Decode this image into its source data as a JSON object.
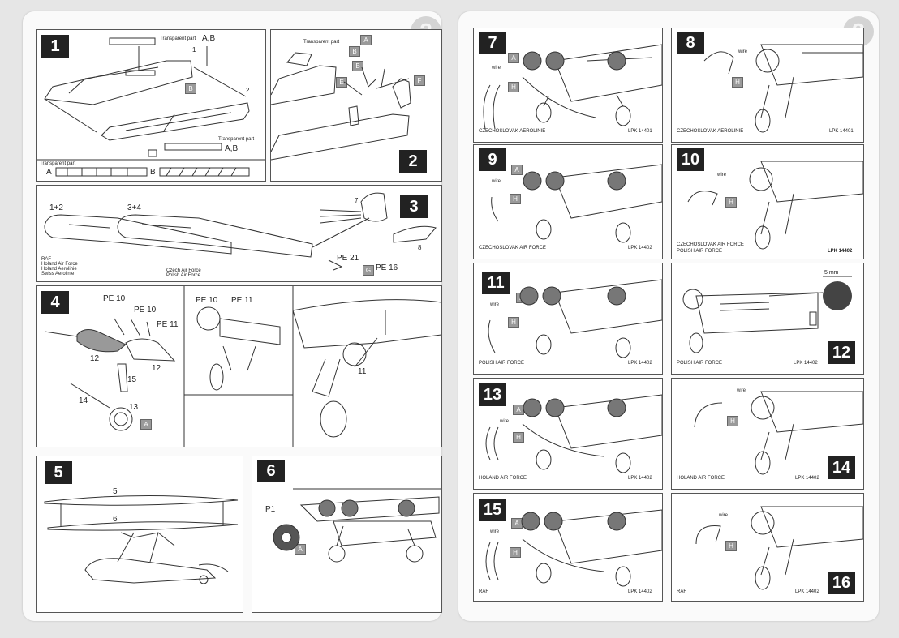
{
  "page_numbers": {
    "left": "2",
    "right": "3"
  },
  "steps": {
    "s1": {
      "num": "1",
      "transparent_top": "Transparent part",
      "ab_top": "A,B",
      "n1": "1",
      "n2": "2",
      "tag": "B",
      "transparent_bottom": "Transparent part",
      "ab_bottom": "A,B",
      "strip_title": "Transparent part",
      "a": "A",
      "b": "B"
    },
    "s2": {
      "num": "2",
      "transparent": "Transparent part",
      "tags": [
        "A",
        "B",
        "B",
        "E",
        "F"
      ]
    },
    "s3": {
      "num": "3",
      "l12": "1+2",
      "l34": "3+4",
      "n7": "7",
      "n8": "8",
      "pe21": "PE 21",
      "pe16": "PE 16",
      "tag": "G",
      "left_notes": [
        "RAF",
        "Holand Air Force",
        "Holand Aerolinie",
        "Swiss Aerolinie"
      ],
      "mid_notes": [
        "Czech Air Force",
        "Polish Air Force"
      ]
    },
    "s4": {
      "num": "4",
      "pe10a": "PE 10",
      "pe10b": "PE 10",
      "pe11a": "PE 11",
      "n12a": "12",
      "n12b": "12",
      "n15": "15",
      "n14": "14",
      "n13": "13",
      "tag": "A",
      "pe10c": "PE 10",
      "pe11b": "PE 11",
      "n11": "11"
    },
    "s5": {
      "num": "5",
      "n5": "5",
      "n6": "6"
    },
    "s6": {
      "num": "6",
      "p1": "P1",
      "tag": "A"
    },
    "s7": {
      "num": "7",
      "wire": "wire",
      "tag_a": "A",
      "tag_h": "H",
      "caption": "CZECHOSLOVAK AEROLINIE",
      "code": "LPK 14401"
    },
    "s8": {
      "num": "8",
      "wire": "wire",
      "tag_h": "H",
      "caption": "CZECHOSLOVAK AEROLINIE",
      "code": "LPK 14401"
    },
    "s9": {
      "num": "9",
      "wire": "wire",
      "tag_a": "A",
      "tag_h": "H",
      "caption": "CZECHOSLOVAK AIR FORCE",
      "code": "LPK 14402"
    },
    "s10": {
      "num": "10",
      "wire": "wire",
      "tag_h": "H",
      "caption": "CZECHOSLOVAK AIR FORCE",
      "caption2": "POLISH AIR FORCE",
      "code": "LPK 14402"
    },
    "s11": {
      "num": "11",
      "wire": "wire",
      "tag_a": "A",
      "tag_h": "H",
      "caption": "POLISH AIR FORCE",
      "code": "LPK 14402"
    },
    "s12": {
      "num": "12",
      "mm": "5 mm",
      "caption": "POLISH AIR FORCE",
      "code": "LPK 14402"
    },
    "s13": {
      "num": "13",
      "wire": "wire",
      "tag_a": "A",
      "tag_h": "H",
      "caption": "HOLAND AIR FORCE",
      "code": "LPK 14402"
    },
    "s14": {
      "num": "14",
      "wire": "wire",
      "tag_h": "H",
      "caption": "HOLAND AIR FORCE",
      "code": "LPK 14402"
    },
    "s15": {
      "num": "15",
      "wire": "wire",
      "tag_a": "A",
      "tag_h": "H",
      "caption": "RAF",
      "code": "LPK 14402"
    },
    "s16": {
      "num": "16",
      "wire": "wire",
      "tag_h": "H",
      "caption": "RAF",
      "code": "LPK 14402"
    }
  }
}
